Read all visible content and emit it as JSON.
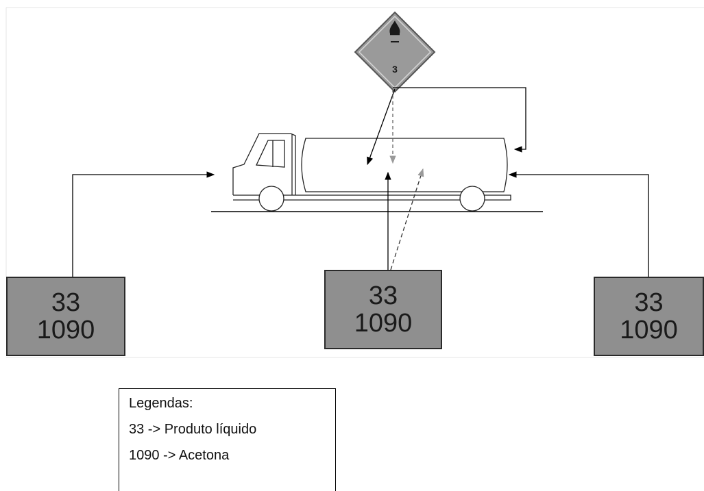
{
  "hazard_label": {
    "class_number": "3",
    "icon": "flame-icon",
    "fill_color": "#9a9a9a"
  },
  "panels": [
    {
      "hazard_number": "33",
      "un_number": "1090"
    },
    {
      "hazard_number": "33",
      "un_number": "1090"
    },
    {
      "hazard_number": "33",
      "un_number": "1090"
    }
  ],
  "legend": {
    "title": "Legendas:",
    "items": [
      "33 -> Produto líquido",
      "1090 -> Acetona"
    ]
  },
  "colors": {
    "plate": "#8f8f8f",
    "line": "#000000",
    "arrow_dashed": "#9a9a9a"
  }
}
